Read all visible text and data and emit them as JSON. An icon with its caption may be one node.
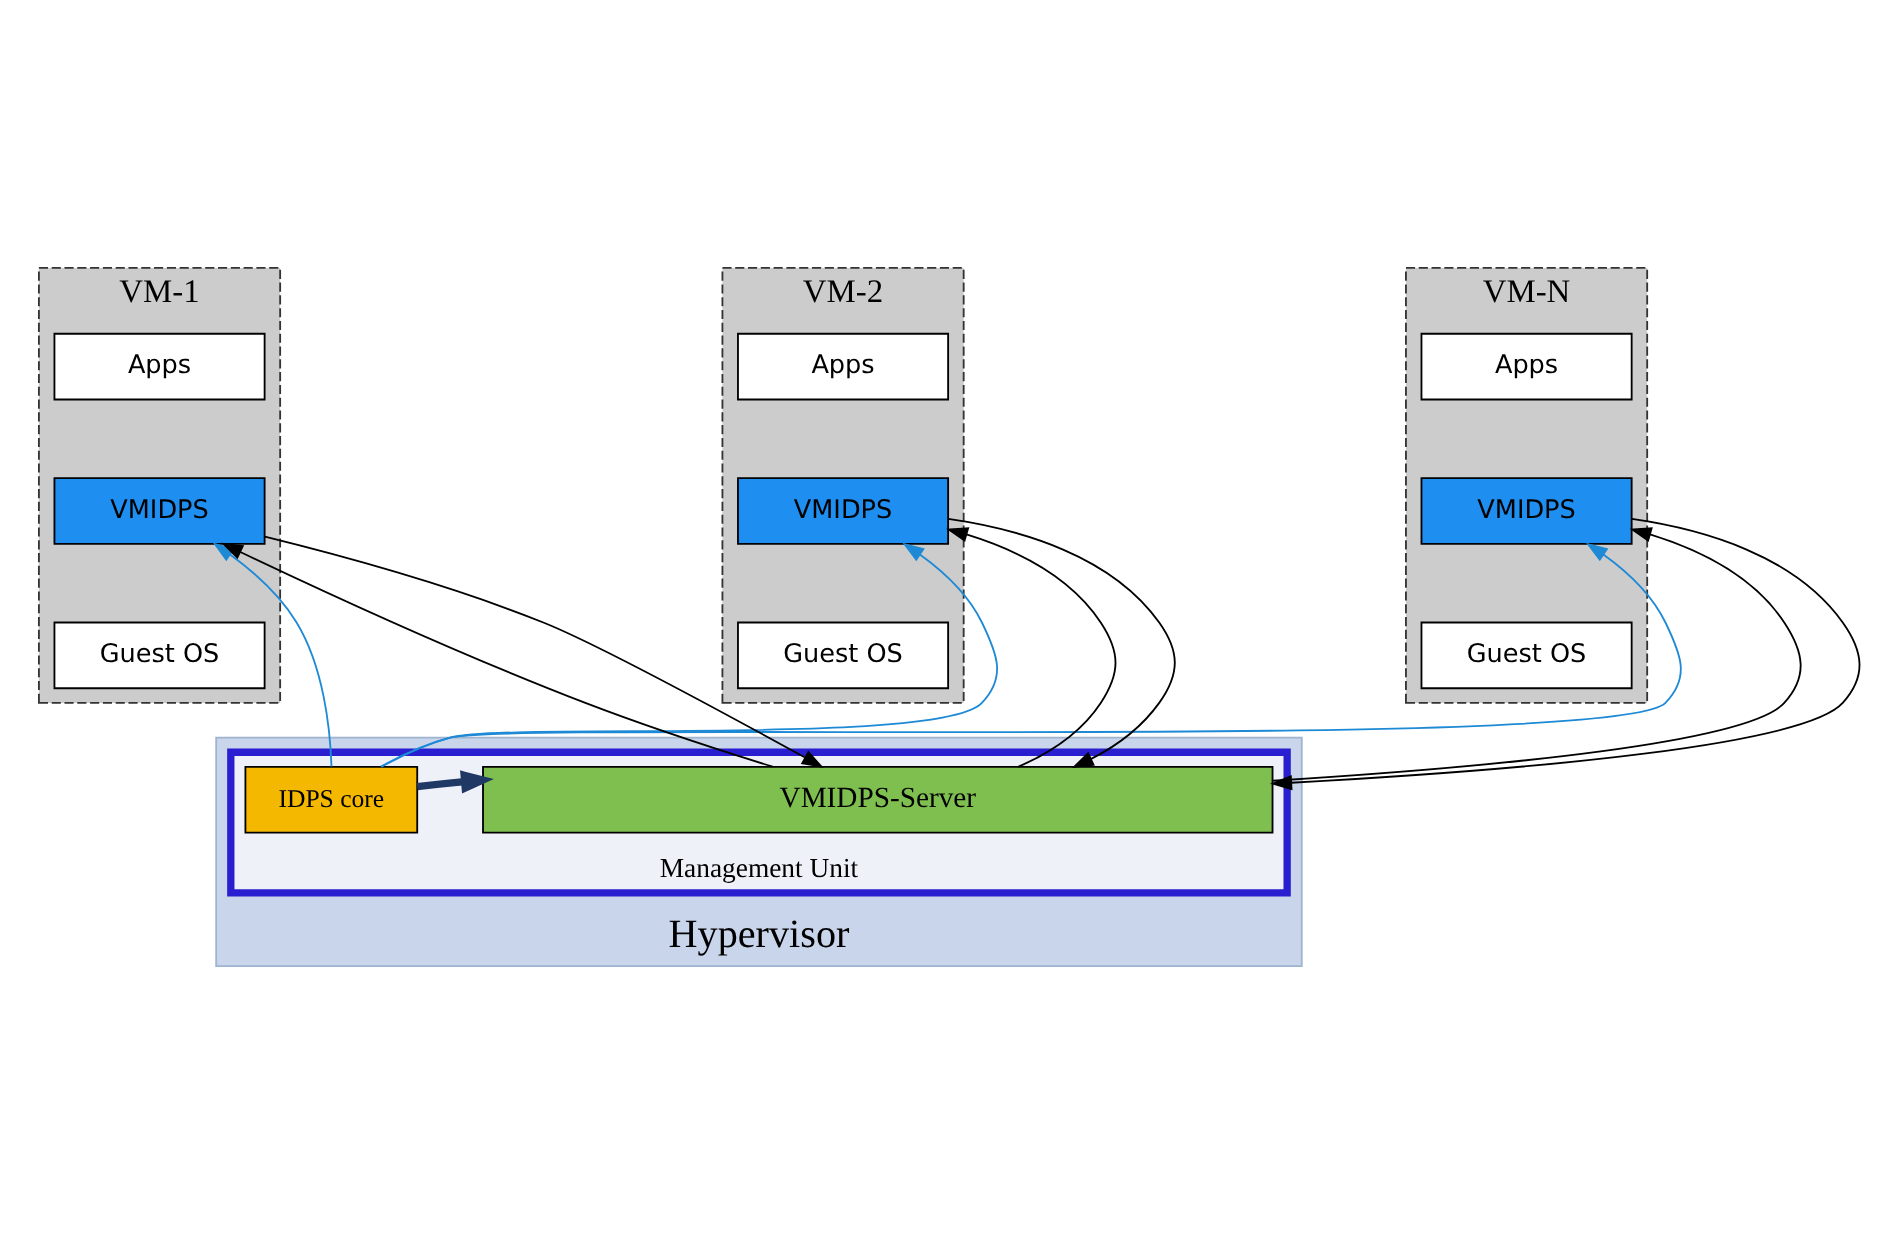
{
  "diagram": {
    "nodes": [
      {
        "text": [
          "Hypervisor"
        ]
      },
      {
        "text": [
          "Management Unit"
        ],
        "in": 0
      },
      {
        "text": [
          "IDPS core"
        ],
        "in": 1
      },
      {
        "text": [
          "VMIDPS-Server"
        ],
        "in": 1
      },
      {
        "text": [
          "VM-1"
        ]
      },
      {
        "text": [
          "Apps"
        ],
        "in": 4
      },
      {
        "text": [
          "VMIDPS"
        ],
        "in": 4
      },
      {
        "text": [
          "Guest OS"
        ],
        "in": 4
      },
      {
        "text": [
          "VM-2"
        ]
      },
      {
        "text": [
          "Apps"
        ],
        "in": 8
      },
      {
        "text": [
          "VMIDPS"
        ],
        "in": 8
      },
      {
        "text": [
          "Guest OS"
        ],
        "in": 8
      },
      {
        "text": [
          "VM-N"
        ]
      },
      {
        "text": [
          "Apps"
        ],
        "in": 12
      },
      {
        "text": [
          "VMIDPS"
        ],
        "in": 12
      },
      {
        "text": [
          "Guest OS"
        ],
        "in": 12
      }
    ],
    "edges": [
      {
        "from": 2,
        "to": 6,
        "arrow": "to",
        "color": "#1e8ad6"
      },
      {
        "from": 2,
        "to": 10,
        "arrow": "to",
        "color": "#1e8ad6"
      },
      {
        "from": 2,
        "to": 14,
        "arrow": "to",
        "color": "#1e8ad6"
      },
      {
        "from": 2,
        "to": 3,
        "arrow": "to",
        "style": "thick",
        "color": "#1f3864"
      },
      {
        "from": 3,
        "to": 6,
        "arrow": "to"
      },
      {
        "from": 6,
        "to": 3,
        "arrow": "to"
      },
      {
        "from": 3,
        "to": 10,
        "arrow": "to"
      },
      {
        "from": 10,
        "to": 3,
        "arrow": "to"
      },
      {
        "from": 3,
        "to": 14,
        "arrow": "to"
      },
      {
        "from": 14,
        "to": 3,
        "arrow": "to"
      }
    ]
  }
}
